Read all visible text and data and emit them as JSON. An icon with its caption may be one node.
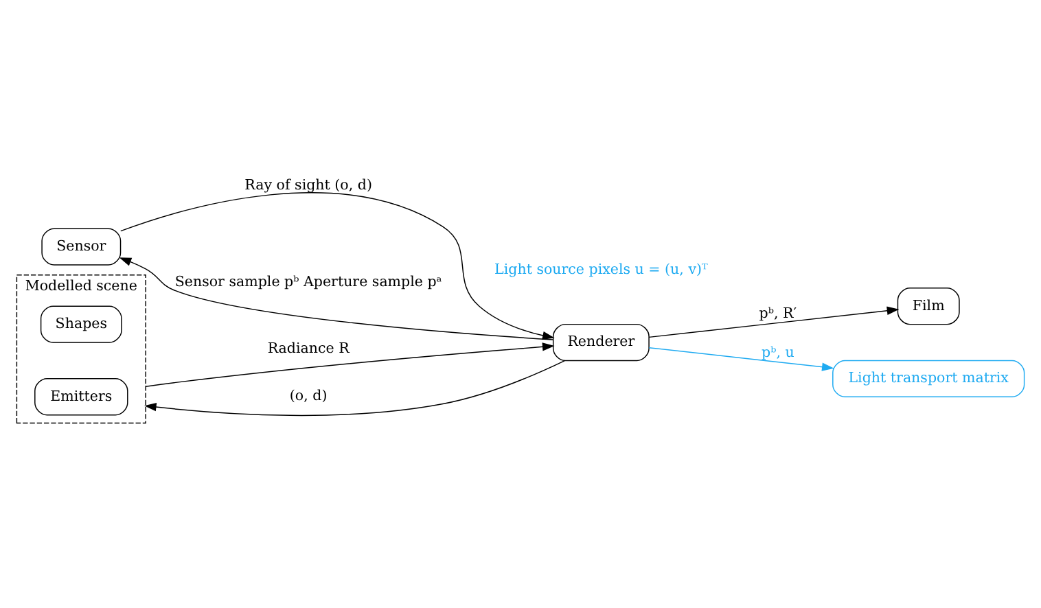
{
  "diagram": {
    "nodes": [
      {
        "text": [
          "Sensor"
        ]
      },
      {
        "text": [
          "Modelled scene"
        ]
      },
      {
        "text": [
          "Shapes"
        ],
        "in": 1
      },
      {
        "text": [
          "Emitters"
        ],
        "in": 1
      },
      {
        "text": [
          "Renderer"
        ]
      },
      {
        "text": [
          "Film"
        ]
      },
      {
        "text": [
          "Light transport matrix"
        ]
      }
    ],
    "edges": [
      {
        "from": 0,
        "to": 4,
        "arrow": "to",
        "label": "Ray of sight (o, d)"
      },
      {
        "from": 4,
        "to": 0,
        "arrow": "to",
        "label": "Sensor sample pᵇ Aperture sample pᵃ"
      },
      {
        "from": 1,
        "to": 4,
        "arrow": "to",
        "label": "Radiance R"
      },
      {
        "from": 4,
        "to": 1,
        "arrow": "to",
        "label": "(o, d)"
      },
      {
        "from": 4,
        "to": 5,
        "arrow": "to",
        "label": "pᵇ, R′"
      },
      {
        "from": 4,
        "to": 6,
        "arrow": "to",
        "label": "pᵇ, u",
        "color": "#1eaaf1"
      }
    ],
    "labels": [
      "Light source pixels u = (u, v)ᵀ"
    ]
  }
}
